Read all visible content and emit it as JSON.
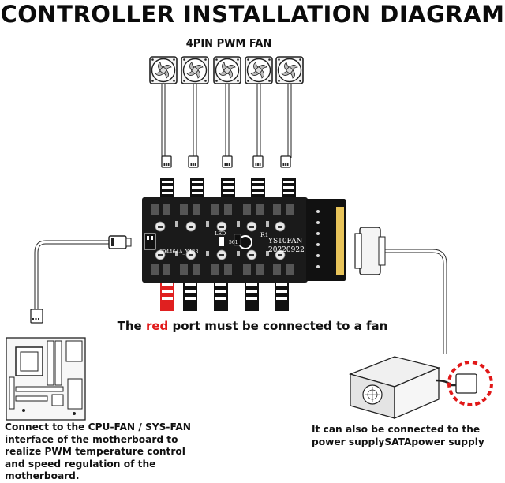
{
  "title": "CONTROLLER INSTALLATION DIAGRAM",
  "fan_label": "4PIN PWM FAN",
  "note": {
    "prefix": "The ",
    "highlight": "red",
    "suffix": " port must be connected to a fan"
  },
  "board": {
    "model": "YS10FAN",
    "date": "20220922",
    "part": "694464A_Y433",
    "led_label": "LED",
    "r_label": "R1",
    "chip_label": "561"
  },
  "caption_left": "Connect to the CPU-FAN / SYS-FAN interface of the motherboard to realize PWM temperature control and speed regulation of the motherboard.",
  "caption_right": "It can also be connected to the power supplySATApower supply",
  "colors": {
    "highlight": "#e11818",
    "pcb": "#1a1a1a",
    "sata": "#e8c45a"
  }
}
